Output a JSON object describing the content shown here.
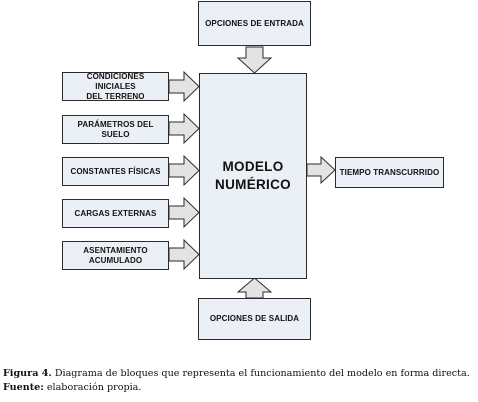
{
  "diagram": {
    "top_box": "OPCIONES DE ENTRADA",
    "bottom_box": "OPCIONES DE SALIDA",
    "center_box": [
      "MODELO",
      "NUMÉRICO"
    ],
    "output_box": "TIEMPO TRANSCURRIDO",
    "inputs": [
      [
        "CONDICIONES INICIALES",
        "DEL TERRENO"
      ],
      [
        "PARÁMETROS DEL SUELO"
      ],
      [
        "CONSTANTES FÍSICAS"
      ],
      [
        "CARGAS EXTERNAS"
      ],
      [
        "ASENTAMIENTO",
        "ACUMULADO"
      ]
    ]
  },
  "caption": {
    "figure_label": "Figura 4.",
    "figure_text": " Diagrama de bloques que representa el funcionamiento del modelo en forma directa.",
    "source_label": "Fuente:",
    "source_text": " elaboración propia."
  },
  "colors": {
    "box_fill": "#ebf0f7",
    "arrow_fill": "#e3e3e3",
    "stroke": "#2b2b2b"
  }
}
